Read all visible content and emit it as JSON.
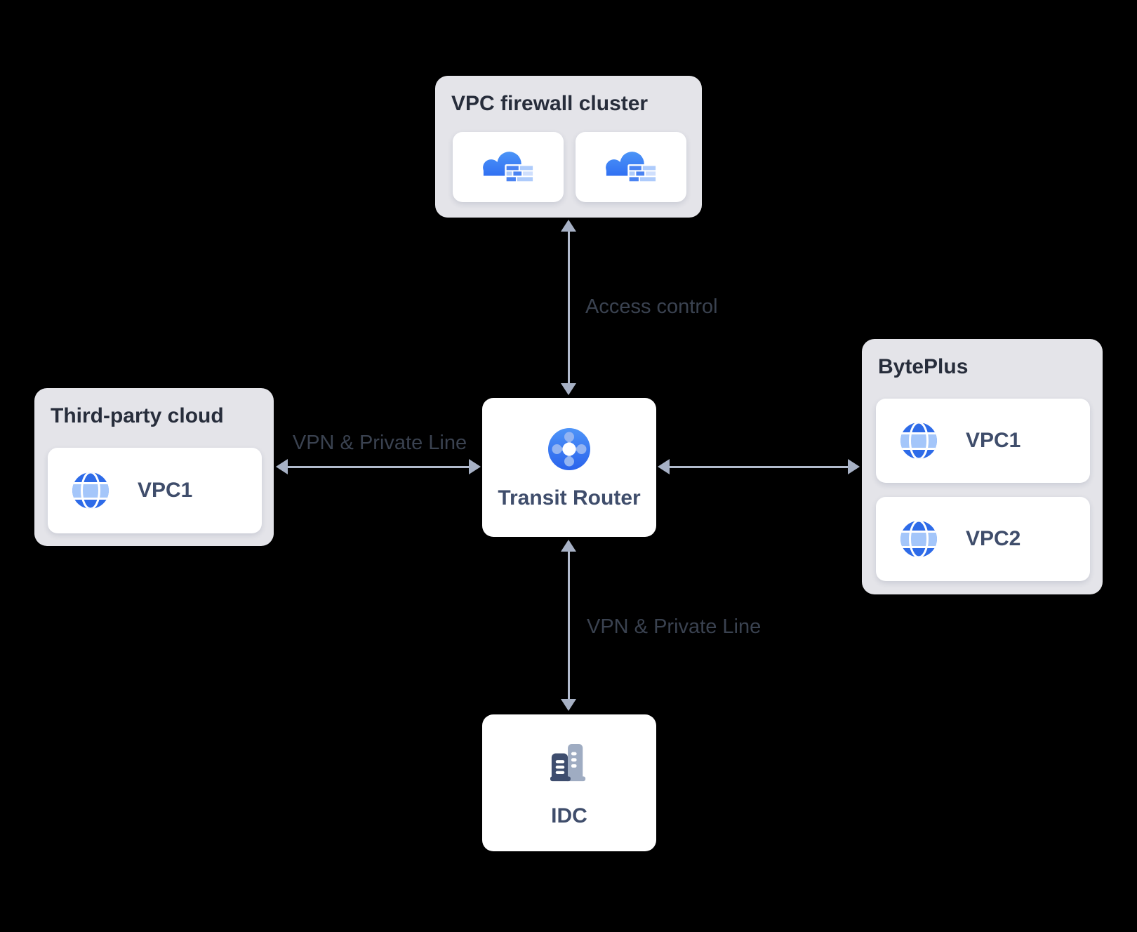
{
  "diagram": {
    "background": "#000000",
    "panels": {
      "firewall_cluster": {
        "title": "VPC firewall cluster",
        "instances": [
          {
            "icon": "cloud-firewall-icon"
          },
          {
            "icon": "cloud-firewall-icon"
          }
        ]
      },
      "third_party": {
        "title": "Third-party cloud",
        "items": [
          {
            "label": "VPC1",
            "icon": "globe-icon"
          }
        ]
      },
      "byteplus": {
        "title": "BytePlus",
        "items": [
          {
            "label": "VPC1",
            "icon": "globe-icon"
          },
          {
            "label": "VPC2",
            "icon": "globe-icon"
          }
        ]
      }
    },
    "nodes": {
      "transit_router": {
        "label": "Transit Router",
        "icon": "transit-router-icon"
      },
      "idc": {
        "label": "IDC",
        "icon": "datacenter-icon"
      }
    },
    "connections": [
      {
        "from": "transit_router",
        "to": "firewall_cluster",
        "label": "Access control",
        "style": "double-arrow"
      },
      {
        "from": "transit_router",
        "to": "third_party",
        "label": "VPN & Private Line",
        "style": "double-arrow"
      },
      {
        "from": "transit_router",
        "to": "byteplus",
        "label": "",
        "style": "double-arrow"
      },
      {
        "from": "transit_router",
        "to": "idc",
        "label": "VPN & Private Line",
        "style": "double-arrow"
      }
    ],
    "colors": {
      "panel_bg": "#E4E4E9",
      "card_bg": "#FFFFFF",
      "title_text": "#272D3B",
      "node_label_text": "#3F4D6B",
      "edge_label_text": "#3A4250",
      "arrow": "#B2BBCD",
      "icon_blue": "#2E6BE8",
      "icon_blue_light": "#A4C6FA"
    }
  }
}
